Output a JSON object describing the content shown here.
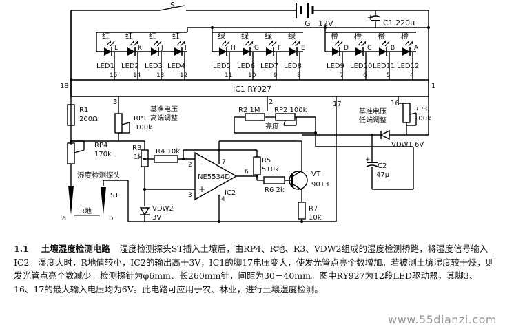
{
  "circuit": {
    "switch": "S",
    "battery": "G",
    "battery_voltage": "12V",
    "cap1": "C1 220μ",
    "cap1_plus": "+",
    "led_groups": [
      {
        "color": "红",
        "leds": [
          "LED1",
          "LED2",
          "LED3",
          "LED4"
        ],
        "pins": [
          "15",
          "14",
          "13",
          "12"
        ],
        "letters": [
          "L",
          "K",
          "J",
          "I"
        ]
      },
      {
        "color": "绿",
        "leds": [
          "LED5",
          "LED6",
          "LED7",
          "LED8"
        ],
        "pins": [
          "11",
          "10",
          "9",
          "8"
        ],
        "letters": [
          "H",
          "G",
          "F",
          "E"
        ]
      },
      {
        "color": "橙",
        "leds": [
          "LED9",
          "LED10",
          "LED11",
          "LED12"
        ],
        "pins": [
          "7",
          "6",
          "5",
          "4"
        ],
        "letters": [
          "D",
          "C",
          "B",
          "A"
        ]
      }
    ],
    "ic1": "IC1 RY927",
    "ic1_pin18": "18",
    "ic1_pin1": "1",
    "ic1_pin3": "3",
    "ic1_pin2": "2",
    "ic1_pin17": "17",
    "ic1_pin16": "16",
    "r1": "R1",
    "r1_val": "200Ω",
    "rp1": "RP1",
    "rp1_val": "100k",
    "rp1_note_1": "基准电压",
    "rp1_note_2": "高端调整",
    "r2": "R2 1M",
    "rp2": "RP2 100k",
    "rp2_note": "亮度",
    "rp3": "RP3",
    "rp3_val": "100k",
    "rp3_note_1": "基准电压",
    "rp3_note_2": "低端调整",
    "vdw1": "VDW1 6V",
    "c2": "C2",
    "c2_val": "47μ",
    "c2_plus": "+",
    "rp4": "RP4",
    "rp4_val": "170k",
    "r3": "R3",
    "r3_val": "1k",
    "r4": "R4 10k",
    "opamp": "NE5534D",
    "ic2": "IC2",
    "op_pin2": "2",
    "op_pin3": "3",
    "op_pin4": "4",
    "op_pin6": "6",
    "op_pin7": "7",
    "op_minus": "-",
    "op_plus": "+",
    "r5": "R5",
    "r5_val": "510k",
    "r6": "R6 2k",
    "vt": "VT",
    "vt_val": "9013",
    "r7": "R7",
    "r7_val": "10k",
    "vdw2": "VDW2",
    "vdw2_val": "3V",
    "probe_label": "湿度检测探头",
    "st": "ST",
    "probe_a": "a",
    "probe_b": "b",
    "r_soil": "R地"
  },
  "caption": {
    "number": "1.1",
    "title": "土壤湿度检测电路",
    "text": "湿度检测探头ST插入土壤后，由RP4、R地、R3、VDW2组成的湿度检测桥路，将湿度信号输入IC2。湿度大时，R地值较小，IC2的输出高于3V，IC1的脚17电压变大，使发光管点亮个数增加。若被测土壤湿度较干燥，则发光管点亮个数减少。检测探针为φ6mm、长260mm针，间距为30－40mm。图中RY927为12段LED驱动器，其脚3、16、17的最大输入电压均为6V。此电路可应用于农、林业，进行土壤湿度检测。"
  },
  "watermark": "www.55dianzi.com"
}
